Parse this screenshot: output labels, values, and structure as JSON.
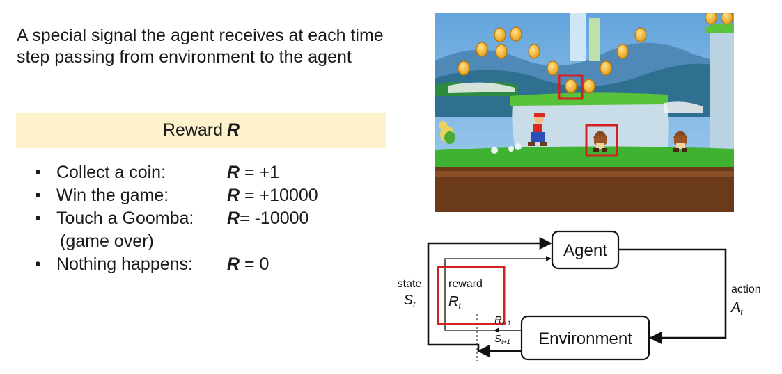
{
  "intro": {
    "line1": "A special signal the agent receives at each time",
    "line2": "step passing from environment to the agent"
  },
  "reward_header": {
    "label": "Reward",
    "symbol": "R"
  },
  "rewards": [
    {
      "label": "Collect a coin:",
      "symbol": "R",
      "value": " = +1"
    },
    {
      "label": "Win the game:",
      "symbol": "R",
      "value": " = +10000"
    },
    {
      "label": "Touch a Goomba:",
      "symbol": "R",
      "value": "= -10000"
    },
    {
      "label": "Nothing happens:",
      "symbol": "R",
      "value": " = 0"
    }
  ],
  "goomba_note": "(game over)",
  "bullet_char": "•",
  "diagram": {
    "agent": "Agent",
    "environment": "Environment",
    "state_label": "state",
    "state_sym": "S",
    "state_sub": "t",
    "reward_label": "reward",
    "reward_sym": "R",
    "reward_sub": "t",
    "action_label": "action",
    "action_sym": "A",
    "action_sub": "t",
    "next_reward_sym": "R",
    "next_reward_sub": "t+1",
    "next_state_sym": "S",
    "next_state_sub": "t+1"
  },
  "colors": {
    "highlight_red": "#d42020",
    "reward_bg": "#fdf2cc",
    "sky": "#7fb6e6",
    "grass": "#3aa62c",
    "coin": "#f2b51c"
  }
}
